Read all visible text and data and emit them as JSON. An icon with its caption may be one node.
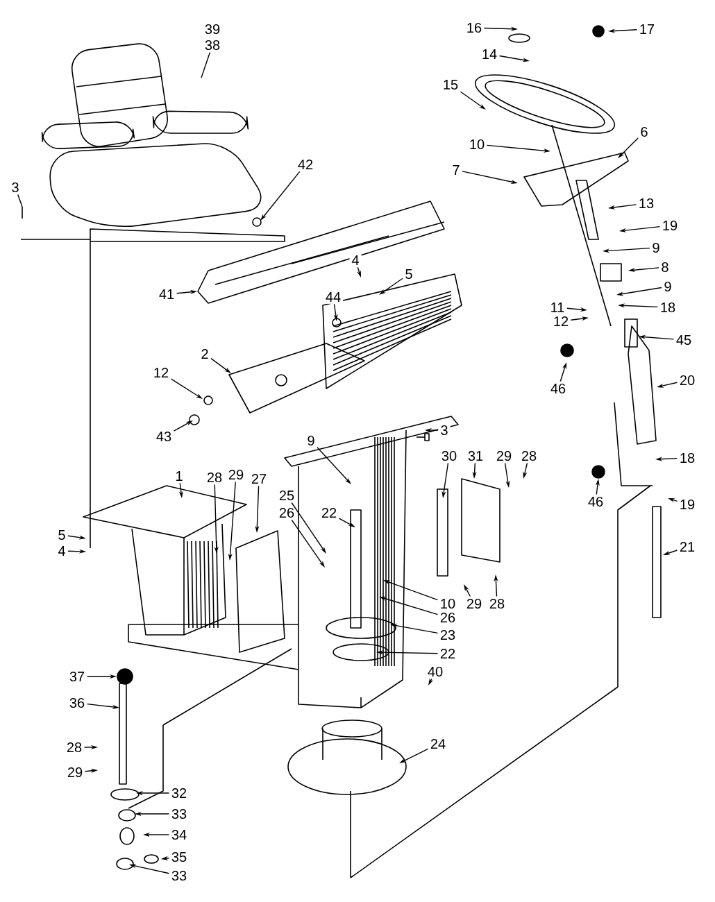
{
  "diagram": {
    "nodes": [
      {
        "text": [
          "39"
        ]
      },
      {
        "text": [
          "38"
        ]
      },
      {
        "text": [
          "3"
        ]
      },
      {
        "text": [
          "42"
        ]
      },
      {
        "text": [
          "41"
        ]
      },
      {
        "text": [
          "4"
        ]
      },
      {
        "text": [
          "5"
        ]
      },
      {
        "text": [
          "44"
        ]
      },
      {
        "text": [
          "2"
        ]
      },
      {
        "text": [
          "12"
        ]
      },
      {
        "text": [
          "43"
        ]
      },
      {
        "text": [
          "3"
        ]
      },
      {
        "text": [
          "1"
        ]
      },
      {
        "text": [
          "28"
        ]
      },
      {
        "text": [
          "29"
        ]
      },
      {
        "text": [
          "27"
        ]
      },
      {
        "text": [
          "5"
        ]
      },
      {
        "text": [
          "4"
        ]
      },
      {
        "text": [
          "9"
        ]
      },
      {
        "text": [
          "25"
        ]
      },
      {
        "text": [
          "26"
        ]
      },
      {
        "text": [
          "22"
        ]
      },
      {
        "text": [
          "30"
        ]
      },
      {
        "text": [
          "31"
        ]
      },
      {
        "text": [
          "29"
        ]
      },
      {
        "text": [
          "28"
        ]
      },
      {
        "text": [
          "10"
        ]
      },
      {
        "text": [
          "26"
        ]
      },
      {
        "text": [
          "23"
        ]
      },
      {
        "text": [
          "22"
        ]
      },
      {
        "text": [
          "40"
        ]
      },
      {
        "text": [
          "29"
        ]
      },
      {
        "text": [
          "28"
        ]
      },
      {
        "text": [
          "24"
        ]
      },
      {
        "text": [
          "37"
        ]
      },
      {
        "text": [
          "36"
        ]
      },
      {
        "text": [
          "28"
        ]
      },
      {
        "text": [
          "29"
        ]
      },
      {
        "text": [
          "32"
        ]
      },
      {
        "text": [
          "33"
        ]
      },
      {
        "text": [
          "34"
        ]
      },
      {
        "text": [
          "35"
        ]
      },
      {
        "text": [
          "33"
        ]
      },
      {
        "text": [
          "16"
        ]
      },
      {
        "text": [
          "17"
        ]
      },
      {
        "text": [
          "14"
        ]
      },
      {
        "text": [
          "15"
        ]
      },
      {
        "text": [
          "10"
        ]
      },
      {
        "text": [
          "6"
        ]
      },
      {
        "text": [
          "7"
        ]
      },
      {
        "text": [
          "13"
        ]
      },
      {
        "text": [
          "19"
        ]
      },
      {
        "text": [
          "9"
        ]
      },
      {
        "text": [
          "8"
        ]
      },
      {
        "text": [
          "9"
        ]
      },
      {
        "text": [
          "11"
        ]
      },
      {
        "text": [
          "18"
        ]
      },
      {
        "text": [
          "12"
        ]
      },
      {
        "text": [
          "45"
        ]
      },
      {
        "text": [
          "46"
        ]
      },
      {
        "text": [
          "20"
        ]
      },
      {
        "text": [
          "18"
        ]
      },
      {
        "text": [
          "46"
        ]
      },
      {
        "text": [
          "19"
        ]
      },
      {
        "text": [
          "21"
        ]
      }
    ],
    "edges": [
      {
        "from": 1,
        "to": null,
        "arrow": "none"
      },
      {
        "from": 2,
        "to": null,
        "arrow": "none"
      },
      {
        "from": 3,
        "to": null,
        "arrow": "to"
      },
      {
        "from": 4,
        "to": null,
        "arrow": "to"
      },
      {
        "from": 5,
        "to": null,
        "arrow": "to"
      },
      {
        "from": 6,
        "to": null,
        "arrow": "to"
      },
      {
        "from": 7,
        "to": null,
        "arrow": "to"
      },
      {
        "from": 8,
        "to": null,
        "arrow": "to"
      },
      {
        "from": 9,
        "to": null,
        "arrow": "to"
      },
      {
        "from": 10,
        "to": null,
        "arrow": "to"
      },
      {
        "from": 11,
        "to": null,
        "arrow": "to"
      },
      {
        "from": 12,
        "to": null,
        "arrow": "to"
      },
      {
        "from": 13,
        "to": null,
        "arrow": "to"
      },
      {
        "from": 14,
        "to": null,
        "arrow": "to"
      },
      {
        "from": 15,
        "to": null,
        "arrow": "to"
      },
      {
        "from": 16,
        "to": null,
        "arrow": "to"
      },
      {
        "from": 17,
        "to": null,
        "arrow": "to"
      },
      {
        "from": 18,
        "to": null,
        "arrow": "to"
      },
      {
        "from": 19,
        "to": null,
        "arrow": "to"
      },
      {
        "from": 20,
        "to": null,
        "arrow": "to"
      },
      {
        "from": 21,
        "to": null,
        "arrow": "to"
      },
      {
        "from": 22,
        "to": null,
        "arrow": "to"
      },
      {
        "from": 23,
        "to": null,
        "arrow": "to"
      },
      {
        "from": 24,
        "to": null,
        "arrow": "to"
      },
      {
        "from": 25,
        "to": null,
        "arrow": "to"
      },
      {
        "from": 26,
        "to": null,
        "arrow": "to"
      },
      {
        "from": 27,
        "to": null,
        "arrow": "to"
      },
      {
        "from": 28,
        "to": null,
        "arrow": "to"
      },
      {
        "from": 29,
        "to": null,
        "arrow": "to"
      },
      {
        "from": 30,
        "to": null,
        "arrow": "to"
      },
      {
        "from": 31,
        "to": null,
        "arrow": "to"
      },
      {
        "from": 32,
        "to": null,
        "arrow": "to"
      },
      {
        "from": 33,
        "to": null,
        "arrow": "to"
      },
      {
        "from": 34,
        "to": null,
        "arrow": "to"
      },
      {
        "from": 35,
        "to": null,
        "arrow": "to"
      },
      {
        "from": 36,
        "to": null,
        "arrow": "to"
      },
      {
        "from": 37,
        "to": null,
        "arrow": "to"
      },
      {
        "from": 38,
        "to": null,
        "arrow": "to"
      },
      {
        "from": 39,
        "to": null,
        "arrow": "to"
      },
      {
        "from": 40,
        "to": null,
        "arrow": "to"
      },
      {
        "from": 41,
        "to": null,
        "arrow": "to"
      },
      {
        "from": 42,
        "to": null,
        "arrow": "to"
      },
      {
        "from": 43,
        "to": null,
        "arrow": "to"
      },
      {
        "from": 44,
        "to": null,
        "arrow": "to"
      },
      {
        "from": 45,
        "to": null,
        "arrow": "to"
      },
      {
        "from": 46,
        "to": null,
        "arrow": "to"
      },
      {
        "from": 47,
        "to": null,
        "arrow": "to"
      },
      {
        "from": 48,
        "to": null,
        "arrow": "to"
      },
      {
        "from": 49,
        "to": null,
        "arrow": "to"
      },
      {
        "from": 50,
        "to": null,
        "arrow": "to"
      },
      {
        "from": 51,
        "to": null,
        "arrow": "to"
      },
      {
        "from": 52,
        "to": null,
        "arrow": "to"
      },
      {
        "from": 53,
        "to": null,
        "arrow": "to"
      },
      {
        "from": 54,
        "to": null,
        "arrow": "to"
      },
      {
        "from": 55,
        "to": null,
        "arrow": "to"
      },
      {
        "from": 56,
        "to": null,
        "arrow": "to"
      },
      {
        "from": 57,
        "to": null,
        "arrow": "to"
      },
      {
        "from": 58,
        "to": null,
        "arrow": "to"
      },
      {
        "from": 59,
        "to": null,
        "arrow": "to"
      },
      {
        "from": 60,
        "to": null,
        "arrow": "to"
      },
      {
        "from": 61,
        "to": null,
        "arrow": "to"
      },
      {
        "from": 62,
        "to": null,
        "arrow": "to"
      },
      {
        "from": 63,
        "to": null,
        "arrow": "to"
      },
      {
        "from": 64,
        "to": null,
        "arrow": "to"
      }
    ]
  }
}
